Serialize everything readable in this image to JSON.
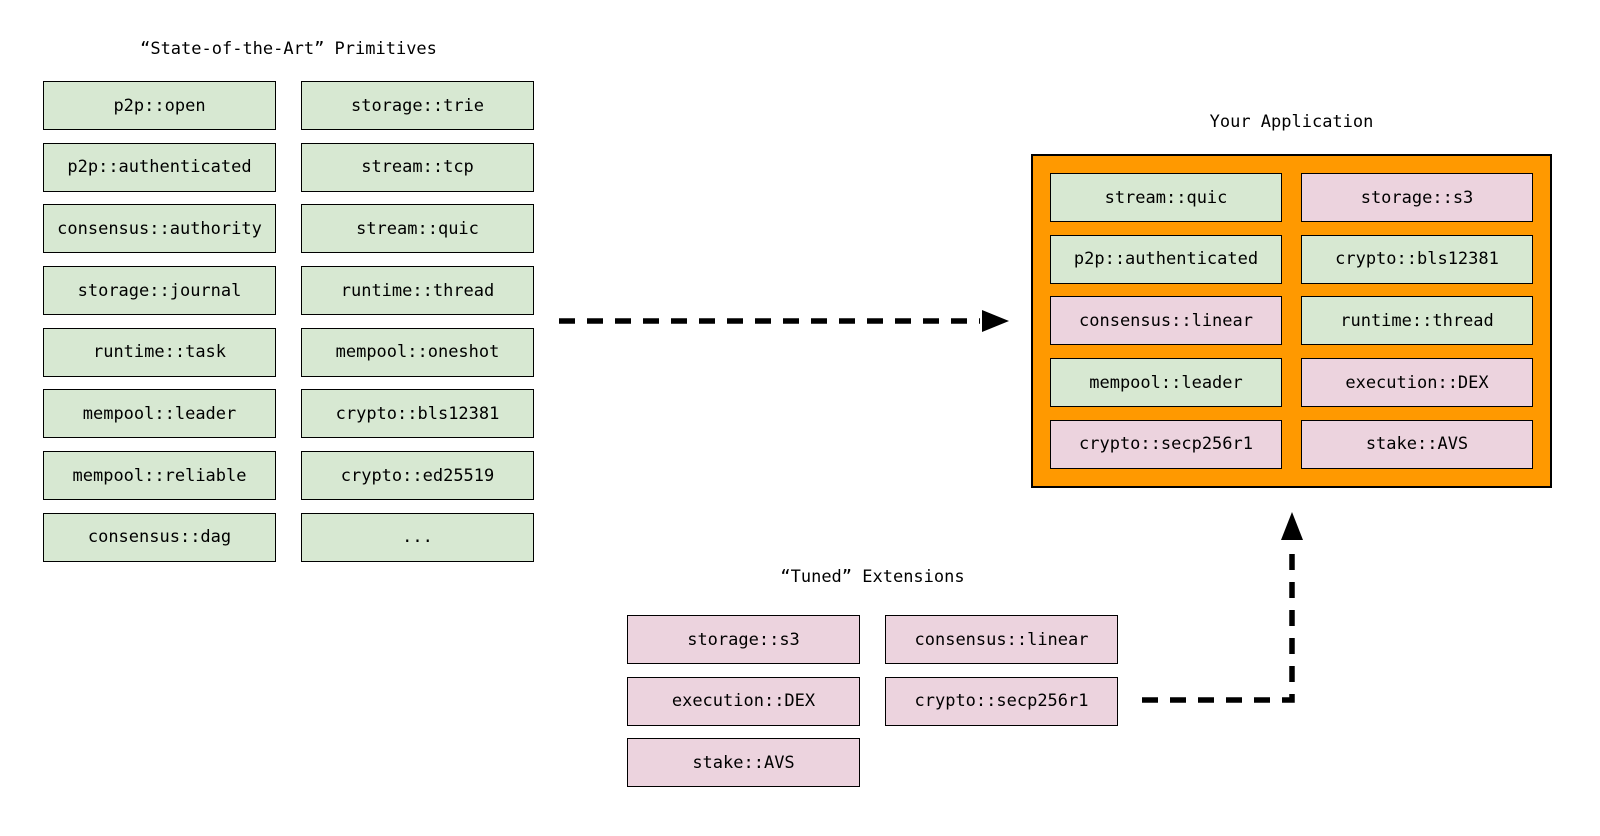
{
  "colors": {
    "green": "#d7e8d2",
    "pink": "#ecd3de",
    "orange": "#ff9900",
    "border": "#000000",
    "arrow": "#000000",
    "background": "#ffffff"
  },
  "primitives": {
    "title": "“State-of-the-Art” Primitives",
    "columns": [
      [
        "p2p::open",
        "p2p::authenticated",
        "consensus::authority",
        "storage::journal",
        "runtime::task",
        "mempool::leader",
        "mempool::reliable",
        "consensus::dag"
      ],
      [
        "storage::trie",
        "stream::tcp",
        "stream::quic",
        "runtime::thread",
        "mempool::oneshot",
        "crypto::bls12381",
        "crypto::ed25519",
        "..."
      ]
    ]
  },
  "application": {
    "title": "Your Application",
    "boxes": [
      {
        "label": "stream::quic",
        "variant": "green"
      },
      {
        "label": "storage::s3",
        "variant": "pink"
      },
      {
        "label": "p2p::authenticated",
        "variant": "green"
      },
      {
        "label": "crypto::bls12381",
        "variant": "green"
      },
      {
        "label": "consensus::linear",
        "variant": "pink"
      },
      {
        "label": "runtime::thread",
        "variant": "green"
      },
      {
        "label": "mempool::leader",
        "variant": "green"
      },
      {
        "label": "execution::DEX",
        "variant": "pink"
      },
      {
        "label": "crypto::secp256r1",
        "variant": "pink"
      },
      {
        "label": "stake::AVS",
        "variant": "pink"
      }
    ]
  },
  "extensions": {
    "title": "“Tuned” Extensions",
    "columns": [
      [
        "storage::s3",
        "execution::DEX",
        "stake::AVS"
      ],
      [
        "consensus::linear",
        "crypto::secp256r1"
      ]
    ]
  }
}
